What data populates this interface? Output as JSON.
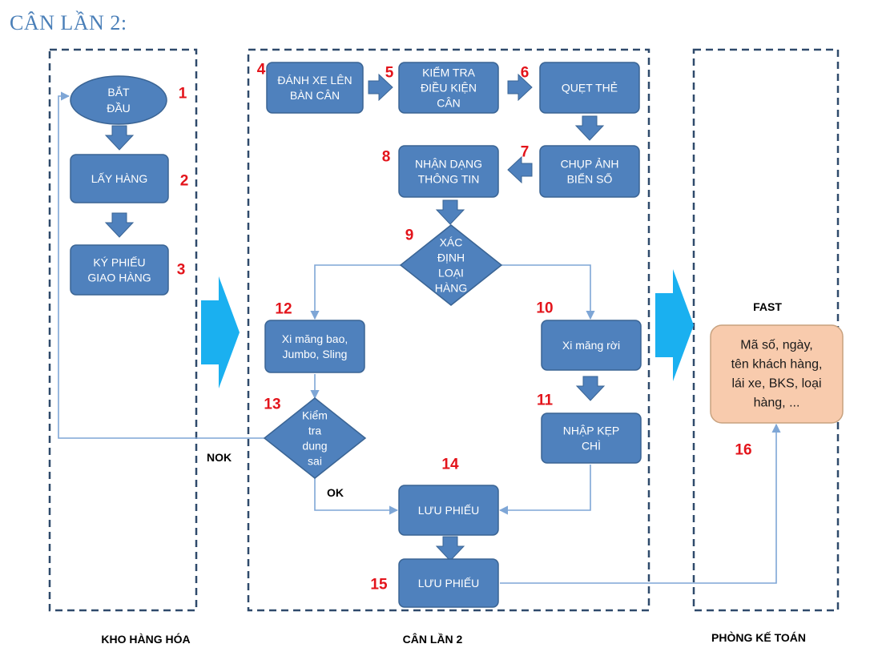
{
  "title": "CÂN LẦN 2:",
  "lanes": [
    {
      "id": "kho",
      "label": "KHO HÀNG HÓA"
    },
    {
      "id": "can",
      "label": "CÂN LẦN 2"
    },
    {
      "id": "ketoan",
      "label": "PHÒNG KẾ TOÁN"
    }
  ],
  "nodes": [
    {
      "id": "n1",
      "shape": "ellipse",
      "lines": [
        "BẮT",
        "ĐẦU"
      ],
      "number": "1"
    },
    {
      "id": "n2",
      "shape": "rect",
      "lines": [
        "LẤY HÀNG"
      ],
      "number": "2"
    },
    {
      "id": "n3",
      "shape": "rect",
      "lines": [
        "KÝ PHIẾU",
        "GIAO HÀNG"
      ],
      "number": "3"
    },
    {
      "id": "n4",
      "shape": "rect",
      "lines": [
        "ĐÁNH XE LÊN",
        "BÀN CÂN"
      ],
      "number": "4"
    },
    {
      "id": "n5",
      "shape": "rect",
      "lines": [
        "KIỂM TRA",
        "ĐIỀU KIỆN",
        "CÂN"
      ],
      "number": "5"
    },
    {
      "id": "n6",
      "shape": "rect",
      "lines": [
        "QUẸT THẺ"
      ],
      "number": "6"
    },
    {
      "id": "n7",
      "shape": "rect",
      "lines": [
        "CHỤP ẢNH",
        "BIỂN SỐ"
      ],
      "number": "7"
    },
    {
      "id": "n8",
      "shape": "rect",
      "lines": [
        "NHẬN DẠNG",
        "THÔNG TIN"
      ],
      "number": "8"
    },
    {
      "id": "n9",
      "shape": "diamond",
      "lines": [
        "XÁC",
        "ĐỊNH",
        "LOẠI",
        "HÀNG"
      ],
      "number": "9"
    },
    {
      "id": "n10",
      "shape": "rect",
      "lines": [
        "Xi măng rời"
      ],
      "number": "10"
    },
    {
      "id": "n11",
      "shape": "rect",
      "lines": [
        "NHẬP KẸP",
        "CHÌ"
      ],
      "number": "11"
    },
    {
      "id": "n12",
      "shape": "rect",
      "lines": [
        "Xi măng bao,",
        "Jumbo, Sling"
      ],
      "number": "12"
    },
    {
      "id": "n13",
      "shape": "diamond",
      "lines": [
        "Kiểm",
        "tra",
        "dung",
        "sai"
      ],
      "number": "13"
    },
    {
      "id": "n14",
      "shape": "rect",
      "lines": [
        "LƯU PHIẾU"
      ],
      "number": "14"
    },
    {
      "id": "n15",
      "shape": "rect",
      "lines": [
        "LƯU PHIẾU"
      ],
      "number": "15"
    },
    {
      "id": "n16",
      "shape": "result",
      "lines": [
        "Mã số, ngày,",
        "tên khách hàng,",
        "lái xe, BKS, loại",
        "hàng, ..."
      ],
      "number": "16",
      "header": "FAST"
    }
  ],
  "edge_labels": {
    "nok": "NOK",
    "ok": "OK"
  },
  "colors": {
    "box_fill": "#4f81bd",
    "box_stroke": "#3a6494",
    "connector": "#7ea6d6",
    "big_arrow": "#1ab0f0",
    "dash": "#2f4a6b",
    "result_fill": "#f8cbad",
    "result_stroke": "#c8a27f",
    "number": "#e3141b",
    "title": "#4a7fb8"
  }
}
